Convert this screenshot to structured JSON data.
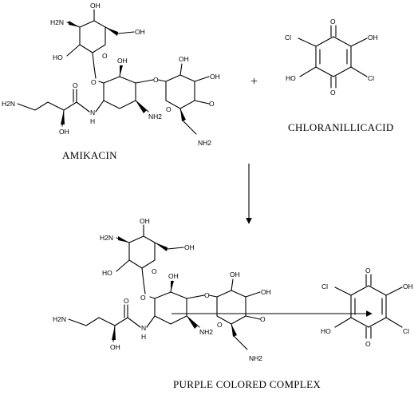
{
  "reactant_1": {
    "name": "AMIKACIN",
    "atom_labels": [
      "OH",
      "H2N",
      "OH",
      "HO",
      "O",
      "O",
      "OH",
      "O",
      "OH",
      "OH",
      "H2N",
      "O",
      "N",
      "H",
      "OH",
      "NH2",
      "O",
      "O",
      "NH2"
    ]
  },
  "plus_sign": "+",
  "reactant_2": {
    "name": "CHLORANILLICACID",
    "atom_labels": [
      "Cl",
      "O",
      "OH",
      "HO",
      "O",
      "Cl"
    ]
  },
  "product": {
    "name": "PURPLE COLORED COMPLEX",
    "amikacin_atom_labels": [
      "OH",
      "H2N",
      "OH",
      "HO",
      "O",
      "O",
      "OH",
      "O",
      "OH",
      "OH",
      "H2N",
      "O",
      "N",
      "H",
      "OH",
      "NH2",
      "O",
      "O",
      "NH2"
    ],
    "acid_atom_labels": [
      "O",
      "Cl",
      "OH",
      "HO",
      "Cl",
      "O"
    ]
  }
}
